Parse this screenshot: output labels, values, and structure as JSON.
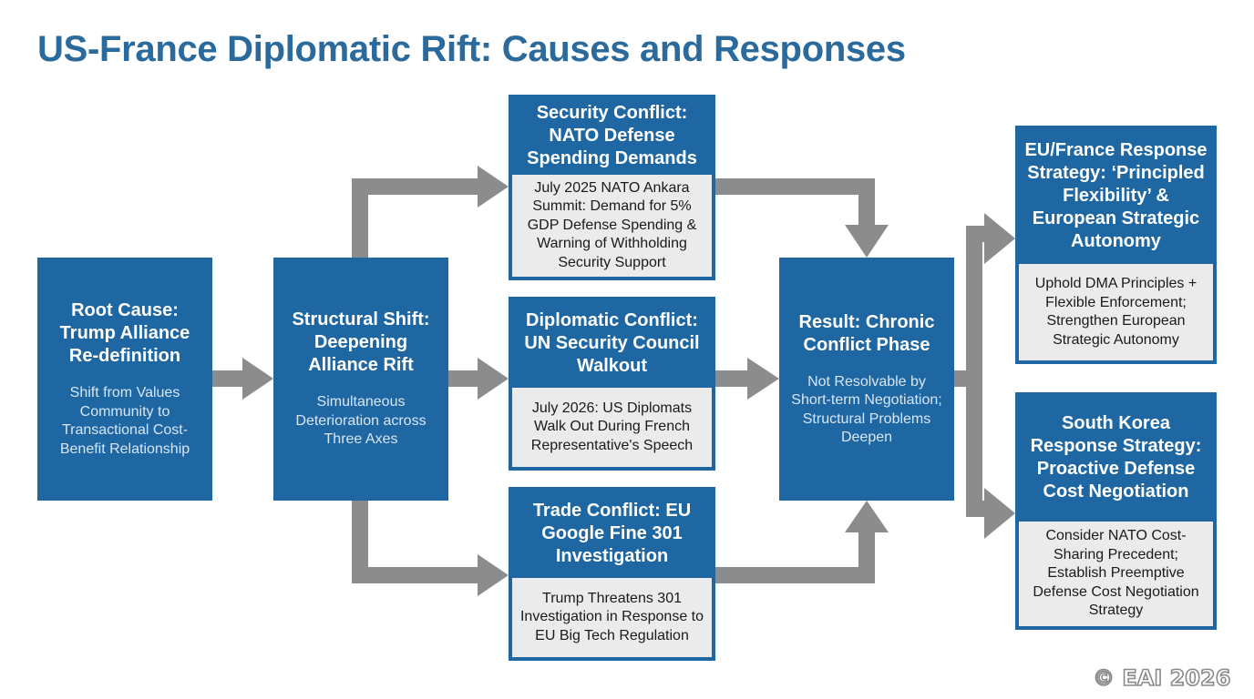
{
  "title": "US-France Diplomatic Rift: Causes and Responses",
  "colors": {
    "box_blue": "#1f67a3",
    "title_blue": "#2a6a9c",
    "detail_gray": "#ebebeb",
    "arrow_gray": "#8c8c8c"
  },
  "nodes": {
    "root_cause": {
      "title": "Root Cause: Trump Alliance Re-definition",
      "description": "Shift from Values Community to Transactional Cost-Benefit Relationship"
    },
    "structural_shift": {
      "title": "Structural Shift: Deepening Alliance Rift",
      "description": "Simultaneous Deterioration across Three Axes"
    },
    "security_conflict": {
      "title": "Security Conflict: NATO Defense Spending Demands",
      "detail": "July 2025 NATO Ankara Summit: Demand for 5% GDP Defense Spending & Warning of Withholding Security Support"
    },
    "diplomatic_conflict": {
      "title": "Diplomatic Conflict: UN Security Council Walkout",
      "detail": "July 2026: US Diplomats Walk Out During French Representative's Speech"
    },
    "trade_conflict": {
      "title": "Trade Conflict: EU Google Fine 301 Investigation",
      "detail": "Trump Threatens 301 Investigation in Response to EU Big Tech Regulation"
    },
    "result": {
      "title": "Result: Chronic Conflict Phase",
      "description": "Not Resolvable by Short-term Negotiation; Structural Problems Deepen"
    },
    "eu_france_response": {
      "title": "EU/France Response Strategy: ‘Principled Flexibility’ & European Strategic Autonomy",
      "detail": "Uphold DMA Principles + Flexible Enforcement; Strengthen European Strategic Autonomy"
    },
    "south_korea_response": {
      "title": "South Korea Response Strategy: Proactive Defense Cost Negotiation",
      "detail": "Consider NATO Cost-Sharing Precedent; Establish Preemptive Defense Cost Negotiation Strategy"
    }
  },
  "watermark": "© EAI 2026"
}
